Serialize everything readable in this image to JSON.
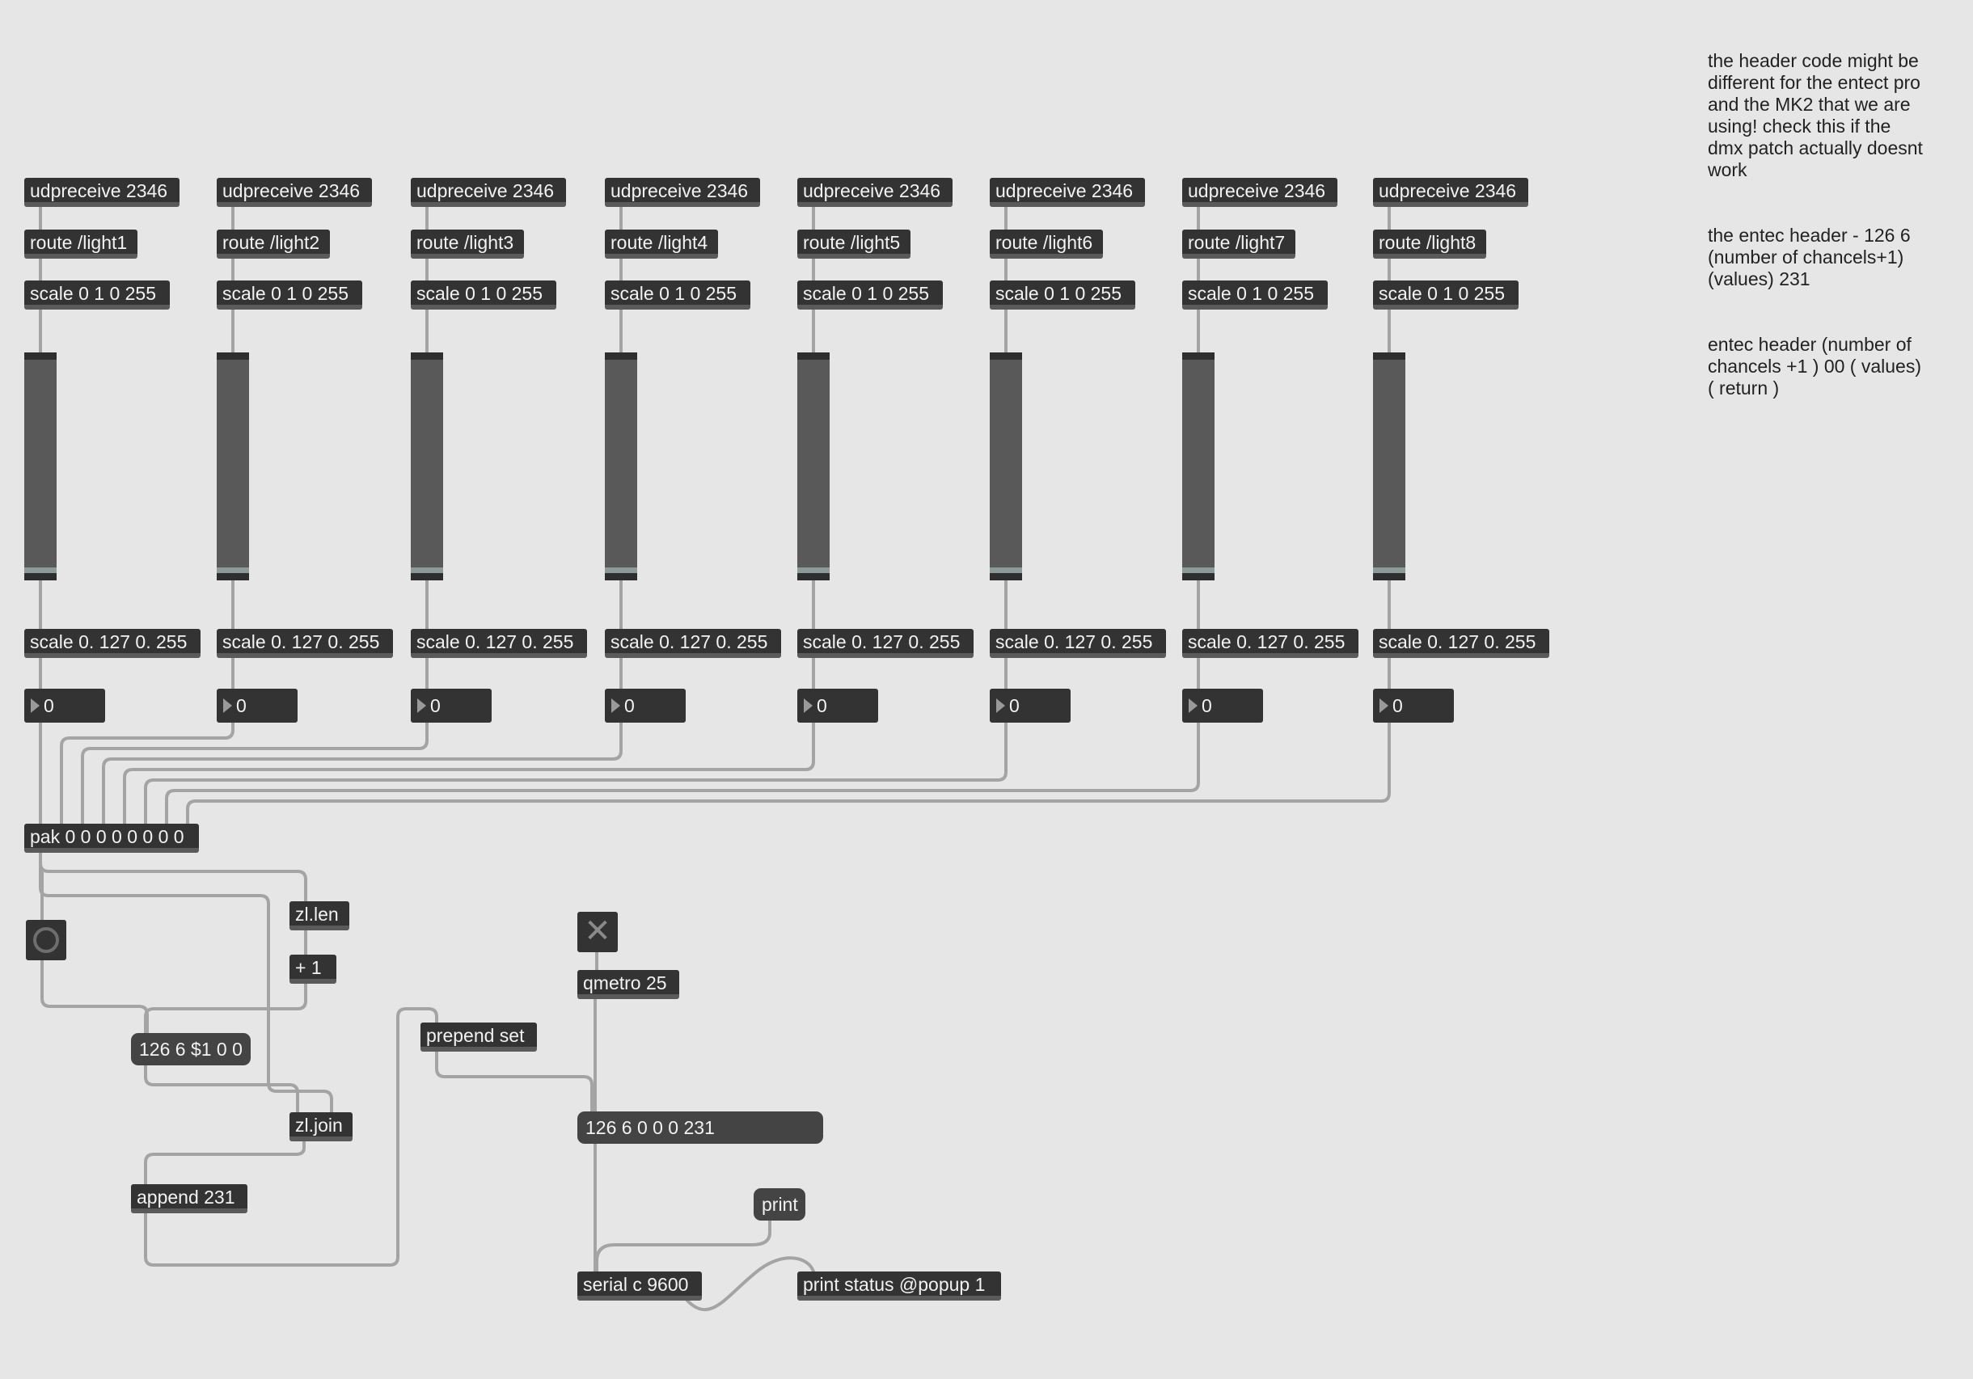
{
  "udpreceive_label": "udpreceive 2346",
  "route_labels": [
    "route /light1",
    "route /light2",
    "route /light3",
    "route /light4",
    "route /light5",
    "route /light6",
    "route /light7",
    "route /light8"
  ],
  "scale_in_label": "scale 0 1 0 255",
  "scale_out_label": "scale 0. 127 0. 255",
  "number_value": "0",
  "pak_label": "pak 0 0 0 0 0 0 0 0",
  "zl_len_label": "zl.len",
  "plus_one_label": "+ 1",
  "header_msg_label": "126 6 $1 0 0",
  "zl_join_label": "zl.join",
  "append_label": "append 231",
  "prepend_label": "prepend set",
  "qmetro_label": "qmetro 25",
  "output_msg_label": "126 6 0 0 0 231",
  "print_msg_label": "print",
  "serial_label": "serial c 9600",
  "print_status_label": "print status @popup 1",
  "toggle_glyph": "✕",
  "slider_levels": [
    0,
    0,
    0,
    0,
    0,
    0,
    0,
    0
  ],
  "comments": [
    "the header code might be\ndifferent for the entect pro\nand the MK2 that we are\nusing! check this if the\ndmx patch actually doesnt\nwork",
    "the entec header - 126 6\n(number of chancels+1)\n(values) 231",
    "entec header (number of\nchancels +1 ) 00 ( values)\n( return )"
  ]
}
